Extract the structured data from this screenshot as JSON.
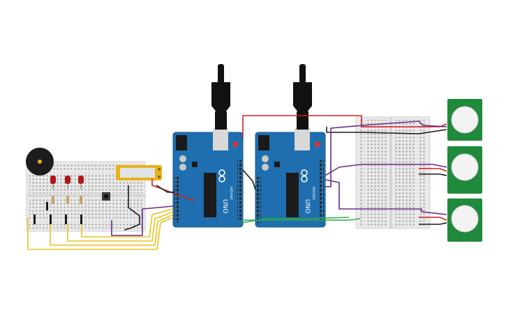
{
  "canvas": {
    "background": "#ffffff"
  },
  "colors": {
    "arduino_board": "#1f6fb0",
    "arduino_edge": "#16558a",
    "breadboard": "#e9e9e9",
    "breadboard_edge": "#cfcfcf",
    "pir_board": "#1f8a3b",
    "pir_dome": "#f3f3f3",
    "wire_red": "#d21e1e",
    "wire_black": "#1a1a1a",
    "wire_purple": "#6a2a8a",
    "wire_yellow": "#e8c31c",
    "wire_green": "#2fa84a",
    "led_red": "#b01818",
    "lcd_frame": "#e8b21a",
    "lcd_glass": "#dfe3e6",
    "buzzer": "#1c1c1c",
    "usb_plug": "#111111",
    "usb_metal": "#d8d8d8"
  },
  "components": {
    "arduino_left": {
      "label": "UNO",
      "brand": "ARDUINO",
      "icon": "arduino-infinity-logo"
    },
    "arduino_right": {
      "label": "UNO",
      "brand": "ARDUINO",
      "icon": "arduino-infinity-logo"
    },
    "pir_sensors": [
      {
        "id": "pir-1"
      },
      {
        "id": "pir-2"
      },
      {
        "id": "pir-3"
      }
    ],
    "leds": [
      {
        "id": "led-1"
      },
      {
        "id": "led-2"
      },
      {
        "id": "led-3"
      }
    ],
    "buzzer": {
      "icon": "piezo-buzzer"
    },
    "lcd": {
      "icon": "lcd-display"
    },
    "button": {
      "icon": "pushbutton"
    }
  }
}
